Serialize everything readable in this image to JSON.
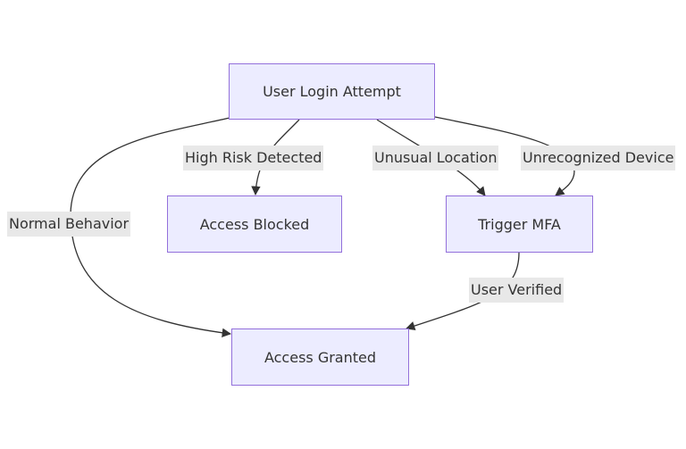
{
  "nodes": {
    "login": "User Login Attempt",
    "blocked": "Access Blocked",
    "mfa": "Trigger MFA",
    "granted": "Access Granted"
  },
  "edges": {
    "high_risk": "High Risk Detected",
    "unusual_location": "Unusual Location",
    "unrecognized_device": "Unrecognized Device",
    "normal_behavior": "Normal Behavior",
    "user_verified": "User Verified"
  },
  "colors": {
    "node_fill": "#ECECFF",
    "node_stroke": "#9370DB",
    "edge": "#333333",
    "label_bg": "#e8e8e8"
  }
}
